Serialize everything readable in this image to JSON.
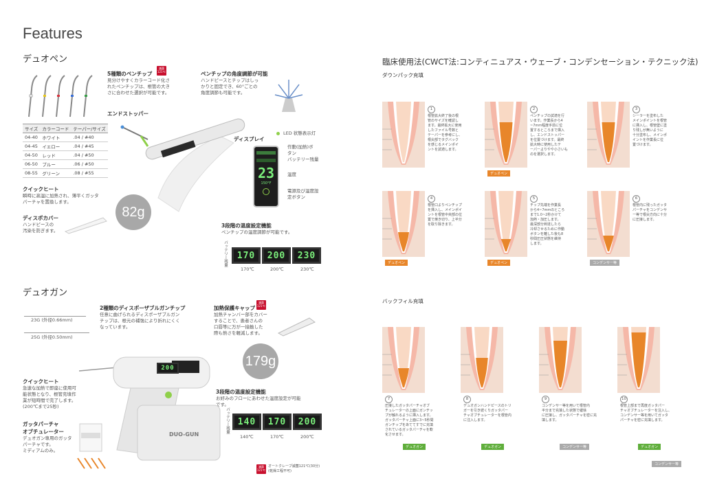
{
  "title": "Features",
  "left": {
    "pen": {
      "heading": "デュオペン",
      "tips": {
        "title": "5種類のペンチップ",
        "text": [
          "見分けやすくカラーコード化さ",
          "れたペンチップは、根管の大き",
          "さに合わせた選択が可能です。"
        ]
      },
      "angle": {
        "title": "ペンチップの角度調節が可能",
        "text": [
          "ハンドピースとチップはしっ",
          "かりと固定でき、60°ごとの",
          "角度調節も可能です。"
        ]
      },
      "endstopper": "エンドストッパー",
      "display_label": "ディスプレイ",
      "led_label": "LED 状態表示灯",
      "display_items": [
        "作動(加熱)ボタン",
        "バッテリー残量",
        "温度",
        "電源及び温度設定ボタン"
      ],
      "display_digits": "23",
      "display_power": "150°F",
      "table": {
        "headers": [
          "サイズ",
          "カラーコード",
          "テーパー/サイズ"
        ],
        "rows": [
          [
            "04-40",
            "ホワイト",
            ".04 / #40"
          ],
          [
            "04-45",
            "イエロー",
            ".04 / #45"
          ],
          [
            "04-50",
            "レッド",
            ".04 / #50"
          ],
          [
            "06-50",
            "ブルー",
            ".06 / #50"
          ],
          [
            "08-55",
            "グリーン",
            ".08 / #55"
          ]
        ]
      },
      "quickheat": {
        "title": "クイックヒート",
        "text": [
          "瞬時に高温に加熱され、薄平くガッタ",
          "パーチャを置換します。"
        ]
      },
      "cover": {
        "title": "ディスポカバー",
        "text": [
          "ハンドピースの",
          "汚染を防ぎます。"
        ]
      },
      "weight": "82g",
      "temp": {
        "title": "3段階の温度設定機能",
        "text": "ペンチップの温度調節が可能です。",
        "battery": "バッテリー残量",
        "displays": [
          "170",
          "200",
          "230"
        ],
        "labels": [
          "170℃",
          "200℃",
          "230℃"
        ]
      }
    },
    "gun": {
      "heading": "デュオガン",
      "needles": [
        "23G (外径0.66mm)",
        "25G (外径0.50mm)"
      ],
      "needle_title": "2種類のディスポーザブルガンチップ",
      "needle_text": [
        "任意に曲げられるディスポーザブルガン",
        "チップは、根元の補強により折れにくく",
        "なっています。"
      ],
      "cap": {
        "title": "加熱保護キャップ",
        "text": [
          "加熱チャンバー部をカバー",
          "することで、患者さんの",
          "口唇等に万が一接触した",
          "際も熱さを軽減します。"
        ]
      },
      "weight": "179g",
      "quickheat": {
        "title": "クイックヒート",
        "text": [
          "急速な加熱で即座に使用可",
          "能状態となり、根管充填作",
          "業が短時間で完了します。",
          "(200℃まで25秒)"
        ]
      },
      "cartridge": {
        "title": [
          "ガッタパーチャ",
          "オブチュレーター"
        ],
        "text": [
          "デュオガン専用のガッタ",
          "パーチャです。",
          "ミディアムのみ。"
        ]
      },
      "temp": {
        "title": "3段階の温度設定機能",
        "text": [
          "お好みのフローにあわせた温度設定が可能",
          "です。"
        ],
        "battery": "バッテリー残量",
        "displays": [
          "140",
          "170",
          "200"
        ],
        "labels": [
          "140℃",
          "170℃",
          "200℃"
        ]
      },
      "display_digits": "200",
      "brand": "DUO-GUN",
      "autoclave": [
        "オートクレーブ滅菌121℃(30分)",
        "(乾燥工程不可)"
      ],
      "badge": [
        "滅菌",
        "121℃"
      ]
    }
  },
  "right": {
    "heading": "臨床使用法(CWCT法:コンティニュアス・ウェーブ・コンデンセーション・テクニック法)",
    "downpack": {
      "heading": "ダウンパック充填",
      "steps": [
        {
          "num": "1",
          "text": [
            "根管拡大終了後の根",
            "管のサイズを確認し",
            "ます。最終拡大に使用",
            "したファイル号数と",
            "テーパーを参考にし、",
            "根尖部でタグバック",
            "を感じるメインポイ",
            "ントを試適します。"
          ],
          "tag": ""
        },
        {
          "num": "2",
          "text": [
            "ペンチップの試適を行",
            "います。作業長から4",
            "~7mm程度手前に位",
            "置するところまで挿入",
            "し、エンドストッパー",
            "を位置づけます。最終",
            "拡大時に使用したテ",
            "ーパーよりやや小さいも",
            "のを選択します。"
          ],
          "tag": "デュオペン"
        },
        {
          "num": "3",
          "text": [
            "シーラーを塗布した",
            "メインポイントを根管",
            "に挿入し、根管壁に塗",
            "り残しが無いように",
            "十分塗布し、メインポ",
            "イントを作業長に位",
            "置づけます。"
          ],
          "tag": ""
        },
        {
          "num": "4",
          "text": [
            "根管口よりペンチップ",
            "を挿入し、メインポイ",
            "ントを根管中央部の位",
            "置で焼き切り、上半分",
            "を取り除きます。"
          ],
          "tag": "デュオペン"
        },
        {
          "num": "5",
          "text": [
            "チップ先端を作業長",
            "から4~7mmのところ",
            "まで1.0~2秒かけて",
            "加熱・加圧します。",
            "最深部分到達したら",
            "冷却させるために作動",
            "ボタンを離した後も8",
            "秒間圧圧状態を維持",
            "します。"
          ],
          "tag": "デュオペン"
        },
        {
          "num": "6",
          "text": [
            "根管内に残ったガッタ",
            "パーチャをコンデンサ",
            "ー等で根尖方向に十分",
            "に圧接します。"
          ],
          "tag": "コンデンサー等"
        }
      ]
    },
    "backfill": {
      "heading": "バックフィル充填",
      "steps": [
        {
          "num": "7",
          "text": [
            "圧接したガッタパーチャオブ",
            "チュレーターの上面にガンチッ",
            "プが触れるように挿入します。",
            "ガッタパーチャ上面に3~5秒間",
            "ガンチップをあててすでに充填",
            "されているガッタパーチャを軟",
            "化させます。"
          ],
          "tag": "デュオガン"
        },
        {
          "num": "8",
          "text": [
            "デュオガンハンドピースのトリ",
            "ガーを引き続くりガッタパー",
            "チャオブチュレーターを根管内",
            "に注入します。"
          ],
          "tag": "デュオガン"
        },
        {
          "num": "9",
          "text": [
            "コンデンサー等を用いて根管内",
            "半分まで充填した状態で緩徐",
            "に圧接し、ガッタパーチャを密に充",
            "填します。"
          ],
          "tag": "コンデンサー等"
        },
        {
          "num": "10",
          "text": [
            "根管上部まで再度ガッタパー",
            "チャオブチュレーターを注入し、",
            "コンデンサー等を用いてガッタ",
            "パーチャを密に充填します。"
          ],
          "tag": "デュオガン",
          "tag2": "コンデンサー等"
        }
      ]
    },
    "colors": {
      "green": "#5fae3b",
      "orange": "#e8862a",
      "pink": "#f3ddd0",
      "red": "#d9533c"
    }
  }
}
